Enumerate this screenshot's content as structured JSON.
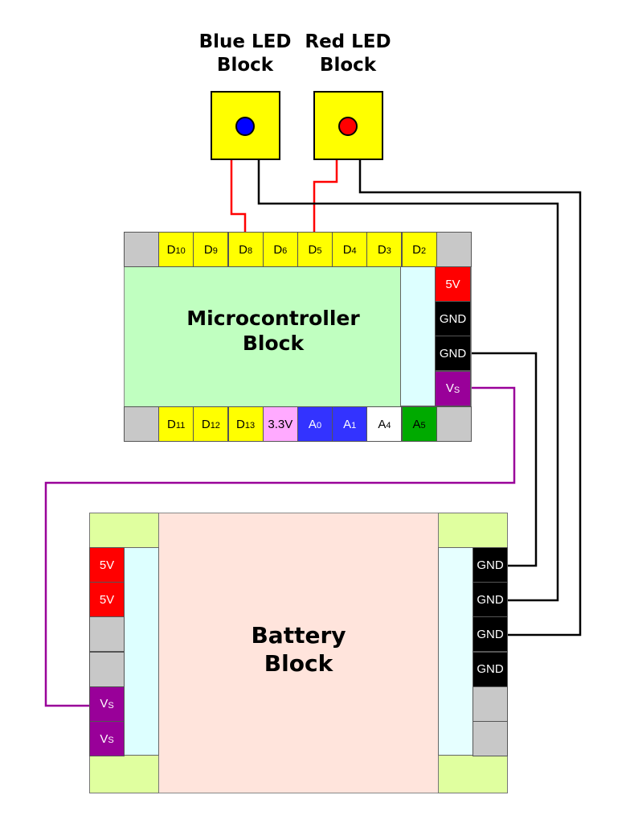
{
  "diagram": {
    "blue_led_block": {
      "title_line1": "Blue LED",
      "title_line2": "Block",
      "body_color": "#ffff00",
      "led_color": "#0000ff"
    },
    "red_led_block": {
      "title_line1": "Red LED",
      "title_line2": "Block",
      "body_color": "#ffff00",
      "led_color": "#ff0000"
    },
    "microcontroller_block": {
      "title_line1": "Microcontroller",
      "title_line2": "Block",
      "body_color": "#c0ffc0",
      "top_pins": [
        {
          "main": "",
          "sub": "",
          "bg": "#c8c8c8",
          "fg": "#000000"
        },
        {
          "main": "D",
          "sub": "10",
          "bg": "#ffff00",
          "fg": "#000000"
        },
        {
          "main": "D",
          "sub": "9",
          "bg": "#ffff00",
          "fg": "#000000"
        },
        {
          "main": "D",
          "sub": "8",
          "bg": "#ffff00",
          "fg": "#000000"
        },
        {
          "main": "D",
          "sub": "6",
          "bg": "#ffff00",
          "fg": "#000000"
        },
        {
          "main": "D",
          "sub": "5",
          "bg": "#ffff00",
          "fg": "#000000"
        },
        {
          "main": "D",
          "sub": "4",
          "bg": "#ffff00",
          "fg": "#000000"
        },
        {
          "main": "D",
          "sub": "3",
          "bg": "#ffff00",
          "fg": "#000000"
        },
        {
          "main": "D",
          "sub": "2",
          "bg": "#ffff00",
          "fg": "#000000"
        },
        {
          "main": "",
          "sub": "",
          "bg": "#c8c8c8",
          "fg": "#000000"
        }
      ],
      "right_pins": [
        {
          "main": "5V",
          "sub": "",
          "bg": "#ff0000",
          "fg": "#ffffff"
        },
        {
          "main": "GND",
          "sub": "",
          "bg": "#000000",
          "fg": "#ffffff"
        },
        {
          "main": "GND",
          "sub": "",
          "bg": "#000000",
          "fg": "#ffffff"
        },
        {
          "main": "V",
          "sub": "S",
          "bg": "#990099",
          "fg": "#ffffff"
        }
      ],
      "bottom_pins": [
        {
          "main": "",
          "sub": "",
          "bg": "#c8c8c8",
          "fg": "#000000"
        },
        {
          "main": "D",
          "sub": "11",
          "bg": "#ffff00",
          "fg": "#000000"
        },
        {
          "main": "D",
          "sub": "12",
          "bg": "#ffff00",
          "fg": "#000000"
        },
        {
          "main": "D",
          "sub": "13",
          "bg": "#ffff00",
          "fg": "#000000"
        },
        {
          "main": "3.3V",
          "sub": "",
          "bg": "#ffaaff",
          "fg": "#000000"
        },
        {
          "main": "A",
          "sub": "0",
          "bg": "#3333ff",
          "fg": "#ffffff"
        },
        {
          "main": "A",
          "sub": "1",
          "bg": "#3333ff",
          "fg": "#ffffff"
        },
        {
          "main": "A",
          "sub": "4",
          "bg": "#ffffff",
          "fg": "#000000"
        },
        {
          "main": "A",
          "sub": "5",
          "bg": "#00aa00",
          "fg": "#000000"
        },
        {
          "main": "",
          "sub": "",
          "bg": "#c8c8c8",
          "fg": "#000000"
        }
      ]
    },
    "battery_block": {
      "title_line1": "Battery",
      "title_line2": "Block",
      "body_color": "#ffe4dc",
      "left_pins": [
        {
          "main": "5V",
          "sub": "",
          "bg": "#ff0000",
          "fg": "#ffffff"
        },
        {
          "main": "5V",
          "sub": "",
          "bg": "#ff0000",
          "fg": "#ffffff"
        },
        {
          "main": "",
          "sub": "",
          "bg": "#c8c8c8",
          "fg": "#000000"
        },
        {
          "main": "",
          "sub": "",
          "bg": "#c8c8c8",
          "fg": "#000000"
        },
        {
          "main": "V",
          "sub": "S",
          "bg": "#990099",
          "fg": "#ffffff"
        },
        {
          "main": "V",
          "sub": "S",
          "bg": "#990099",
          "fg": "#ffffff"
        }
      ],
      "right_pins": [
        {
          "main": "GND",
          "sub": "",
          "bg": "#000000",
          "fg": "#ffffff"
        },
        {
          "main": "GND",
          "sub": "",
          "bg": "#000000",
          "fg": "#ffffff"
        },
        {
          "main": "GND",
          "sub": "",
          "bg": "#000000",
          "fg": "#ffffff"
        },
        {
          "main": "GND",
          "sub": "",
          "bg": "#000000",
          "fg": "#ffffff"
        },
        {
          "main": "",
          "sub": "",
          "bg": "#c8c8c8",
          "fg": "#000000"
        },
        {
          "main": "",
          "sub": "",
          "bg": "#c8c8c8",
          "fg": "#000000"
        }
      ]
    },
    "connections": [
      {
        "from": "Blue LED Block signal",
        "to": "D8",
        "color": "#ff0000"
      },
      {
        "from": "Red LED Block signal",
        "to": "D5",
        "color": "#ff0000"
      },
      {
        "from": "Blue LED Block ground",
        "to": "Battery GND 2",
        "color": "#000000"
      },
      {
        "from": "Red LED Block ground",
        "to": "Battery GND 3",
        "color": "#000000"
      },
      {
        "from": "Microcontroller GND",
        "to": "Battery GND 1",
        "color": "#000000"
      },
      {
        "from": "Microcontroller VS",
        "to": "Battery VS",
        "color": "#990099"
      }
    ]
  }
}
